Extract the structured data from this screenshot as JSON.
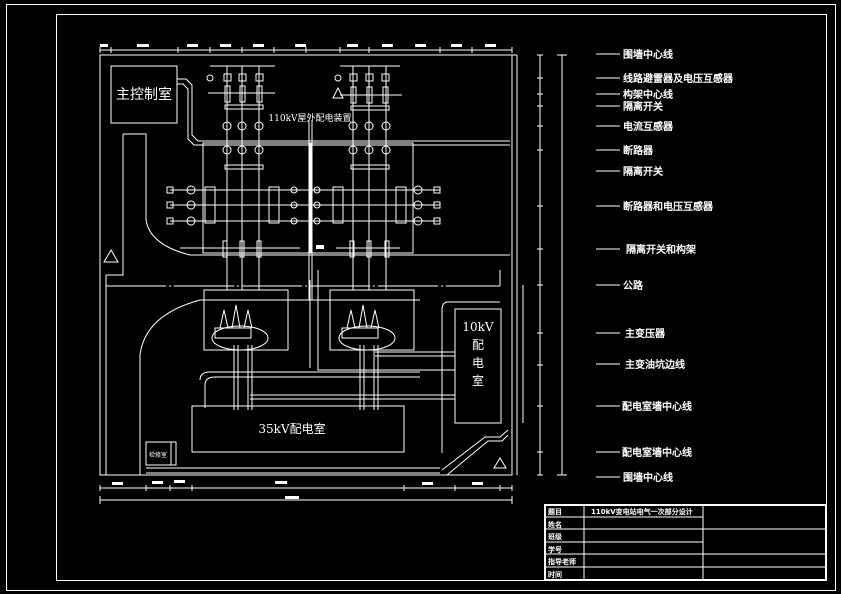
{
  "drawing": {
    "title": "110kV变电站电气一次部分设计",
    "colors": {
      "background": "#000000",
      "line": "#ffffff"
    },
    "rooms": {
      "main_control": "主控制室",
      "outdoor_110kv": "110kV屋外配电装置",
      "room_10kv": [
        "10kV",
        "配",
        "电",
        "室"
      ],
      "room_35kv": "35kV配电室",
      "small_room": "检修室"
    },
    "legend": [
      "围墙中心线",
      "线路避雷器及电压互感器",
      "构架中心线",
      "隔离开关",
      "电流互感器",
      "断路器",
      "隔离开关",
      "断路器和电压互感器",
      "隔离开关和构架",
      "公路",
      "主变压器",
      "主变油坑边线",
      "配电室墙中心线",
      "配电室墙中心线",
      "围墙中心线"
    ]
  },
  "title_block": {
    "rows": [
      {
        "label": "题目",
        "value": "110kV变电站电气一次部分设计"
      },
      {
        "label": "姓名",
        "value": ""
      },
      {
        "label": "班级",
        "value": ""
      },
      {
        "label": "学号",
        "value": ""
      },
      {
        "label": "指导老师",
        "value": ""
      },
      {
        "label": "时间",
        "value": ""
      }
    ]
  }
}
